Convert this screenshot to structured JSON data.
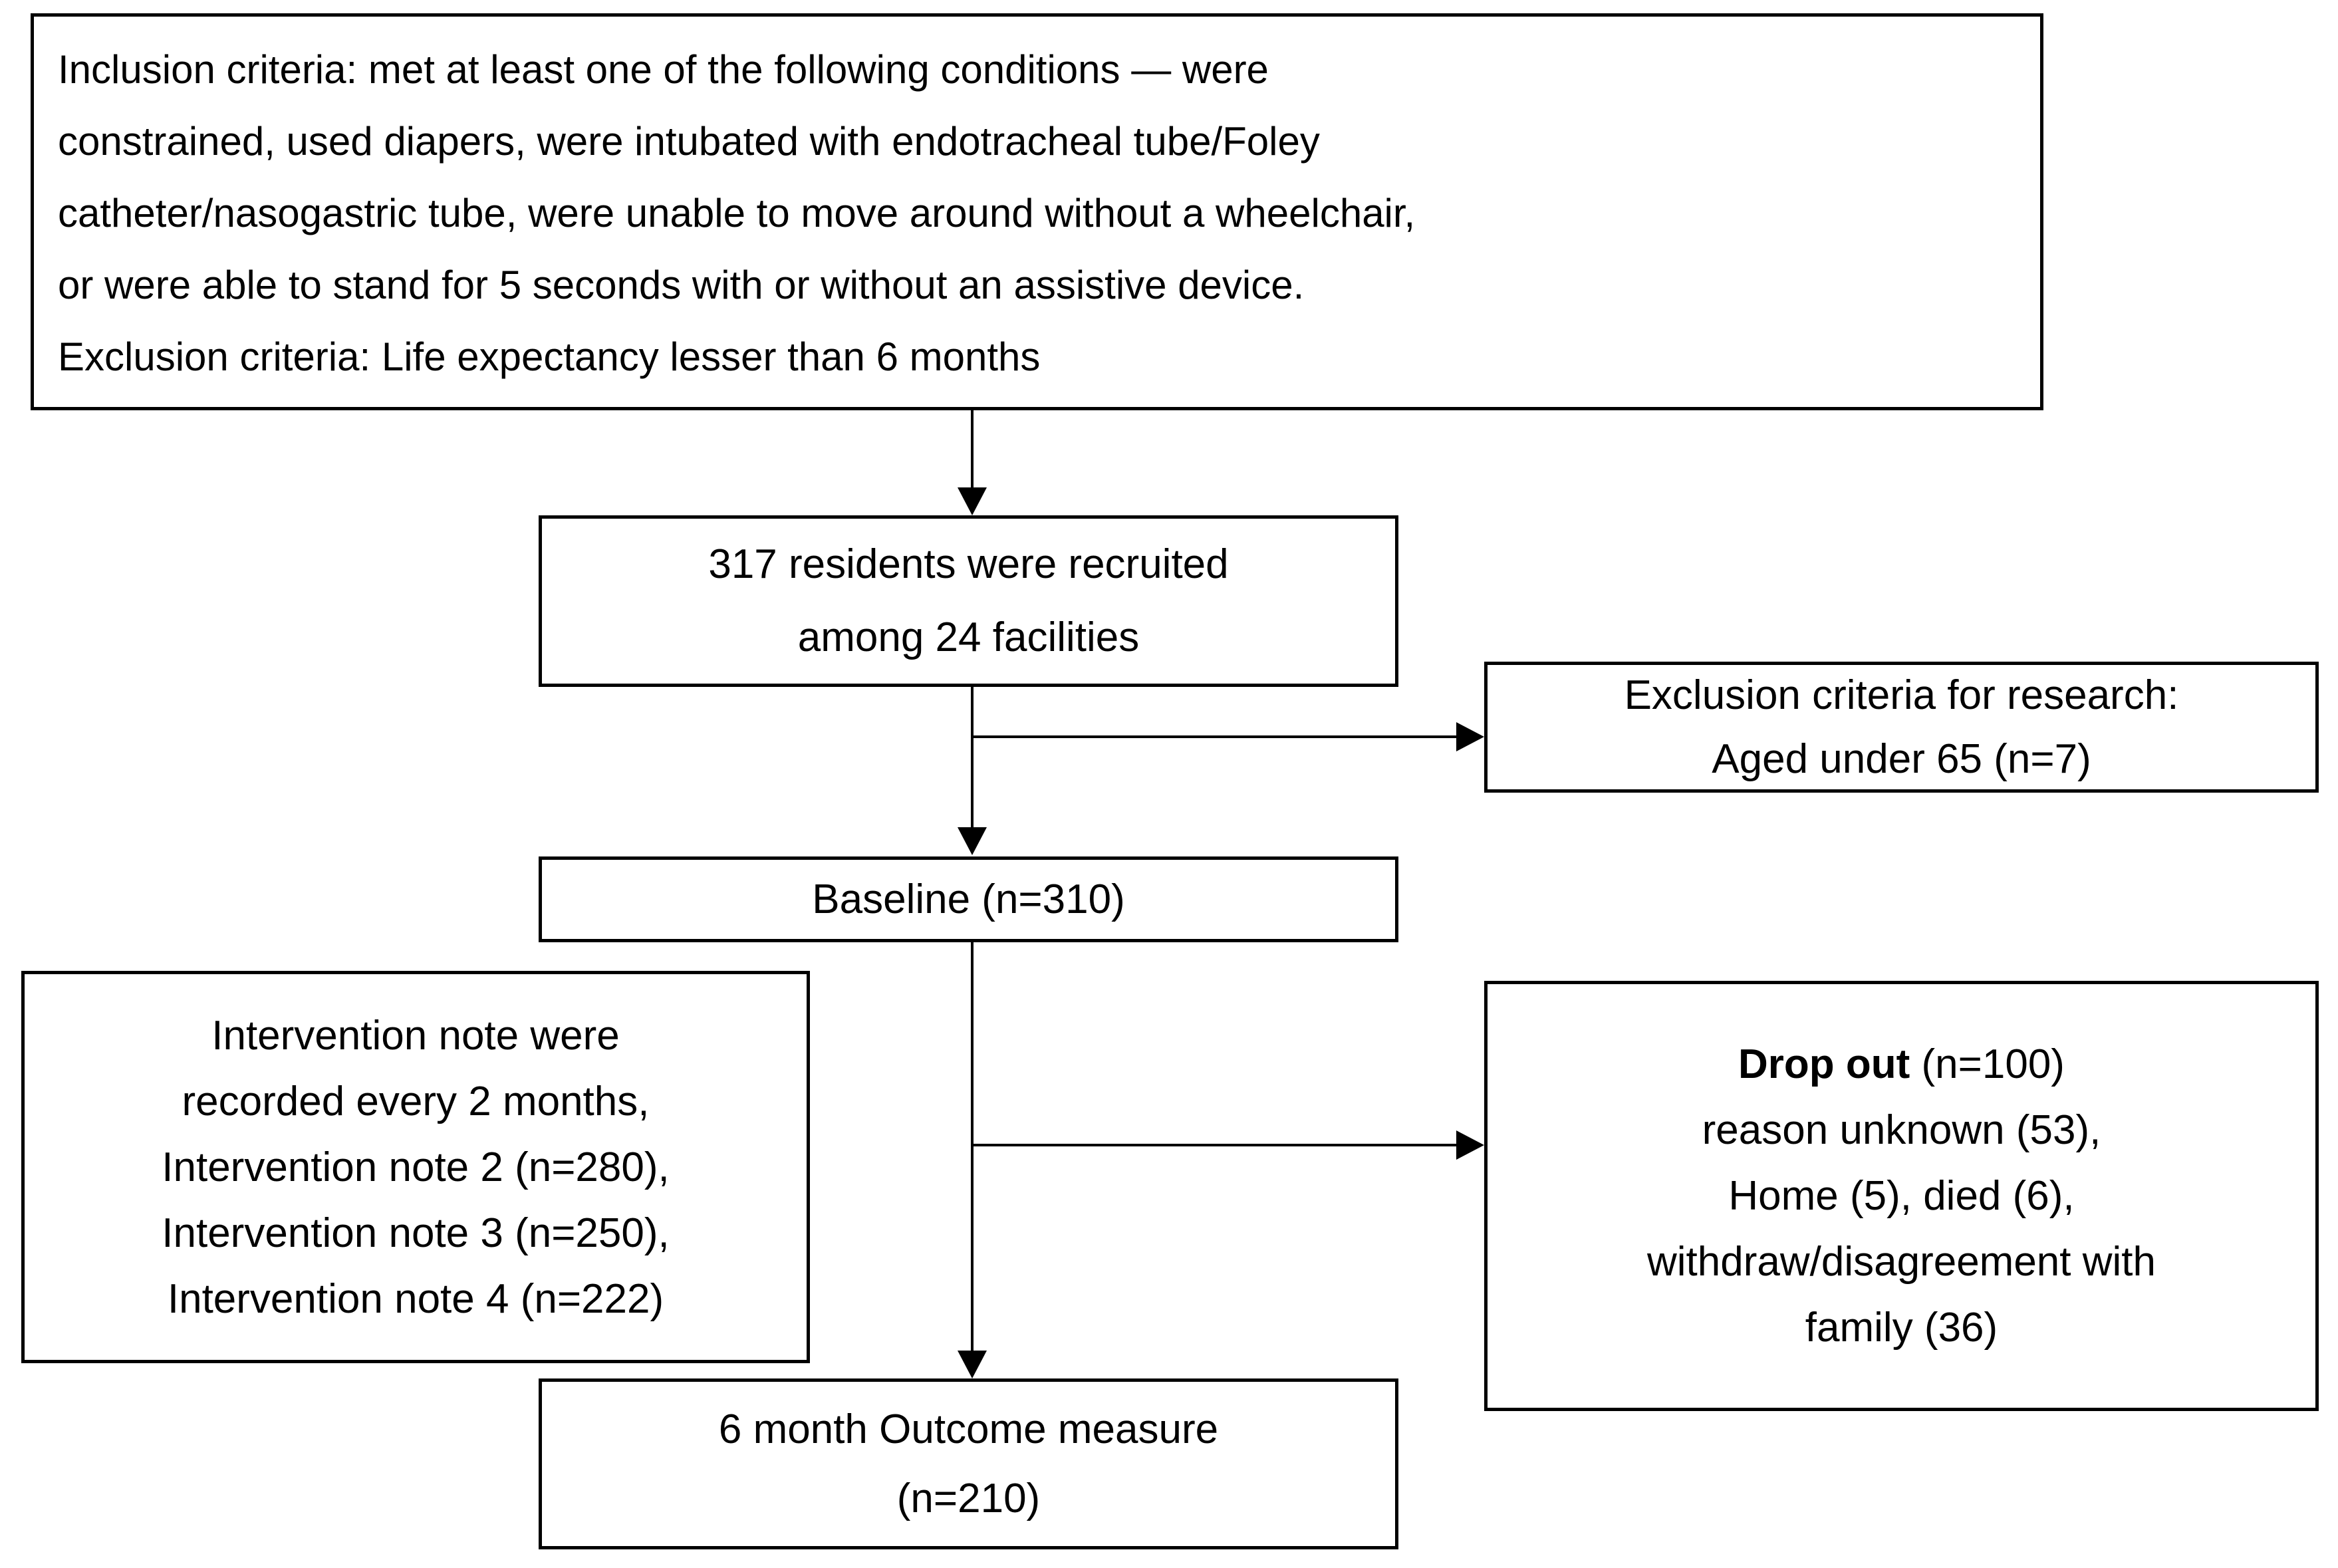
{
  "diagram": {
    "title": "Study participant flow diagram",
    "stroke_color": "#000000",
    "background_color": "#ffffff",
    "nodes": {
      "criteria": {
        "lines": [
          "Inclusion criteria: met at least one of the following conditions — were",
          "constrained, used diapers, were intubated with endotracheal tube/Foley",
          "catheter/nasogastric tube, were unable to move around without a wheelchair,",
          "or were able to stand for 5 seconds with or without an assistive device.",
          " Exclusion criteria: Life expectancy lesser than 6 months"
        ]
      },
      "recruited": {
        "lines": [
          "317 residents were recruited",
          "among 24 facilities"
        ],
        "count": 317,
        "facilities": 24
      },
      "exclusion_research": {
        "lines": [
          "Exclusion criteria for research:",
          "Aged under 65 (n=7)"
        ],
        "n": 7
      },
      "baseline": {
        "lines": [
          "Baseline (n=310)"
        ],
        "n": 310
      },
      "intervention": {
        "lines": [
          "Intervention note were",
          "recorded every 2 months,",
          "Intervention note 2 (n=280),",
          "Intervention note 3 (n=250),",
          "Intervention note 4 (n=222)"
        ],
        "note2_n": 280,
        "note3_n": 250,
        "note4_n": 222
      },
      "dropout": {
        "heading_bold": "Drop out",
        "heading_rest": " (n=100)",
        "lines": [
          "reason unknown (53),",
          "Home (5), died (6),",
          "withdraw/disagreement with",
          "family (36)"
        ],
        "n": 100,
        "reason_unknown": 53,
        "home": 5,
        "died": 6,
        "withdraw_disagreement": 36
      },
      "outcome": {
        "lines": [
          "6 month Outcome measure",
          "(n=210)"
        ],
        "n": 210
      }
    }
  }
}
